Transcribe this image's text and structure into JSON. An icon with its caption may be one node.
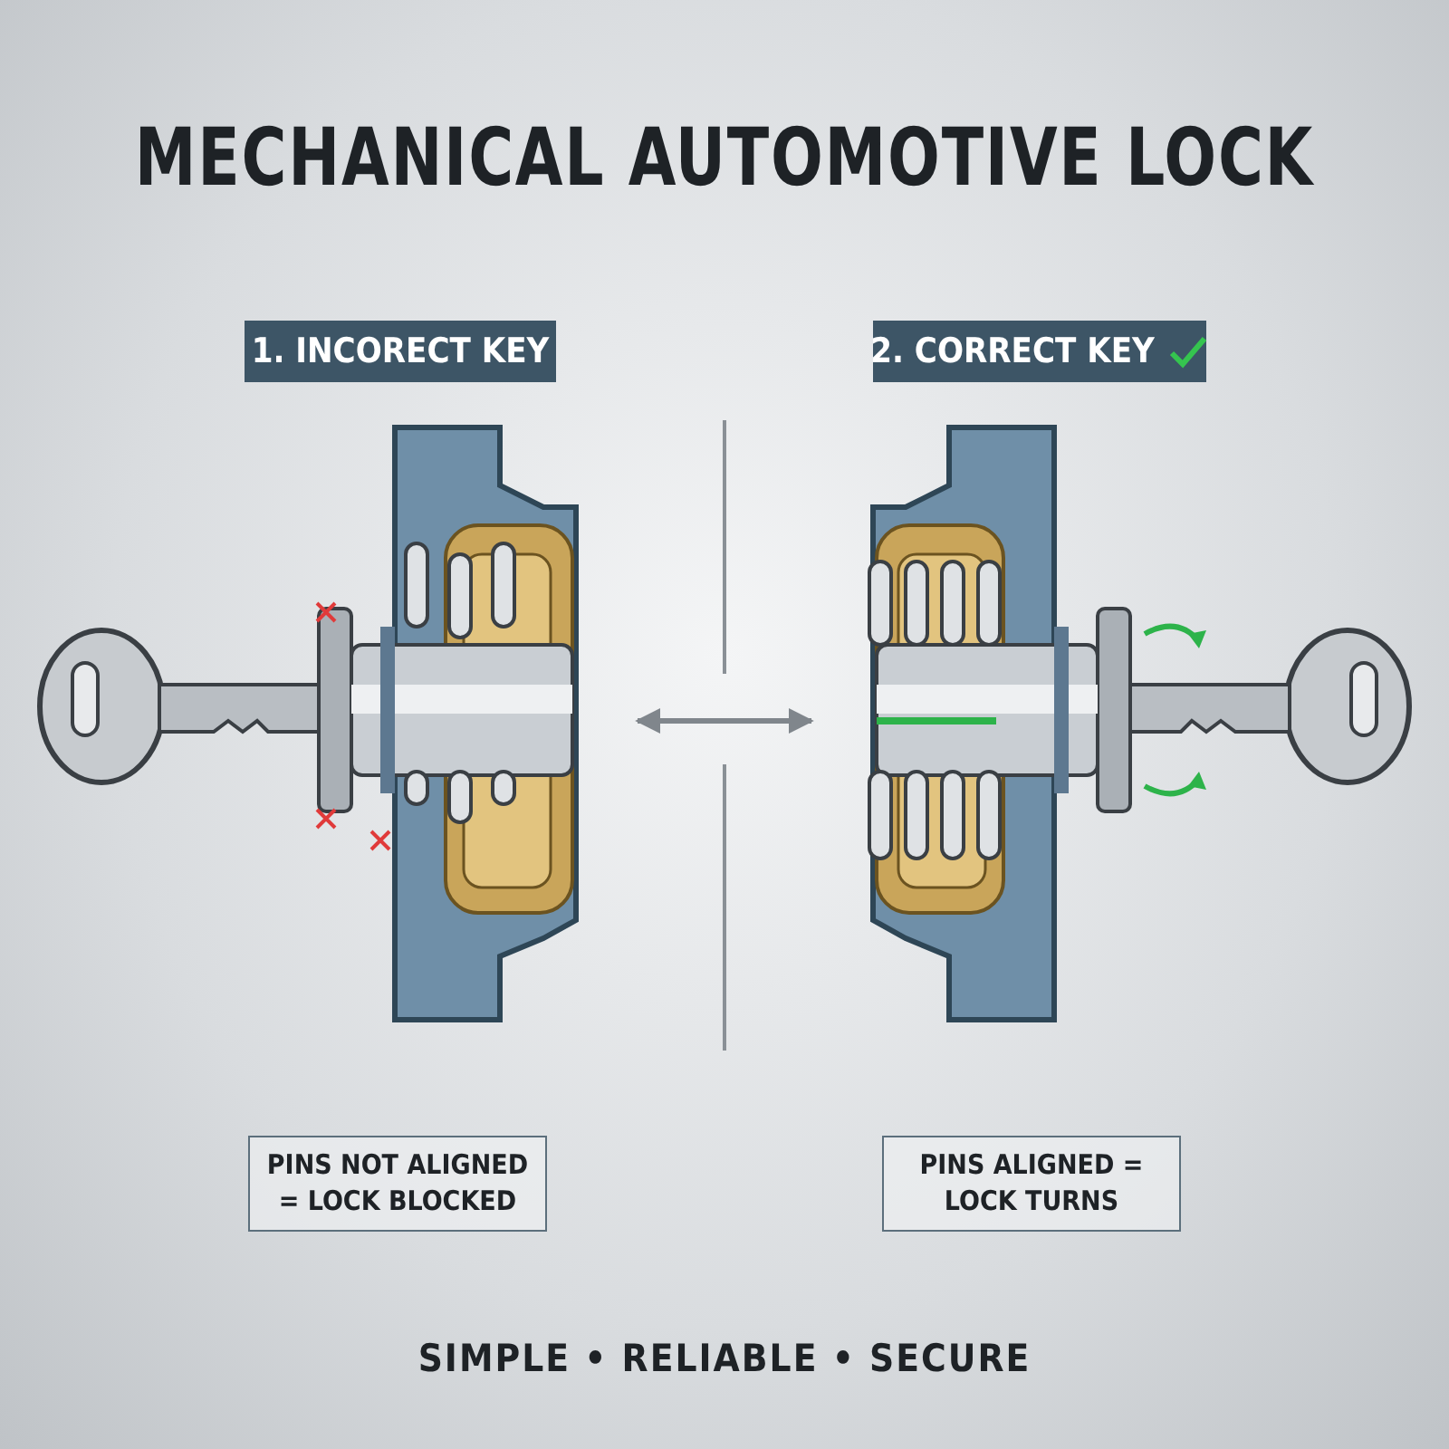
{
  "diagram": {
    "title": "MECHANICAL AUTOMOTIVE LOCK",
    "caption": "SIMPLE • RELIABLE • SECURE",
    "nodes": [
      {
        "text": [
          "1. INCORECT KEY"
        ]
      },
      {
        "text": [
          "2. CORRECT KEY"
        ]
      },
      {
        "text": [],
        "shape": "picture"
      },
      {
        "text": [],
        "shape": "picture"
      },
      {
        "text": [
          "PINS NOT ALIGNED = LOCK BLOCKED"
        ]
      },
      {
        "text": [
          "PINS ALIGNED = LOCK TURNS"
        ]
      }
    ],
    "edges": [
      {
        "from": 2,
        "to": 3,
        "arrow": "both"
      }
    ]
  }
}
